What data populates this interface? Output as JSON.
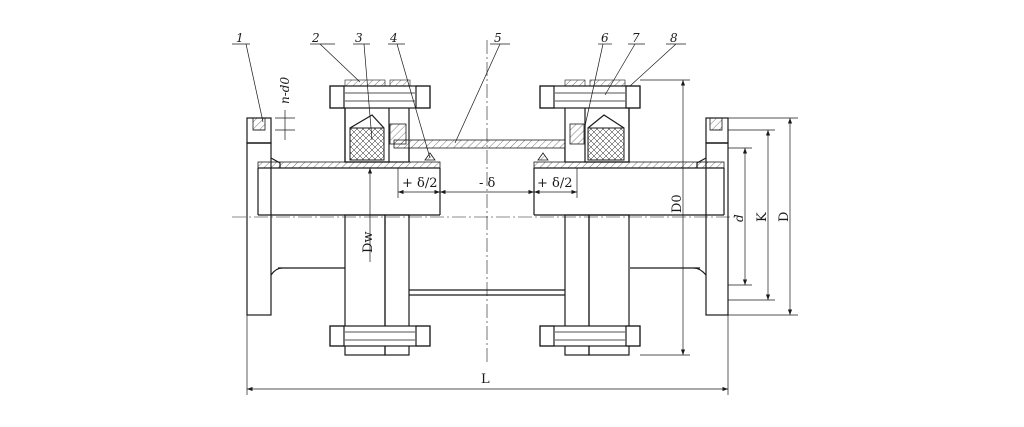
{
  "callouts": [
    "1",
    "2",
    "3",
    "4",
    "5",
    "6",
    "7",
    "8"
  ],
  "dims": {
    "n_d0": "n-d0",
    "half_gap_left": "+ δ/2",
    "gap": "- δ",
    "half_gap_right": "+ δ/2",
    "Dw": "Dw",
    "D0": "D0",
    "d": "d",
    "K": "K",
    "D": "D",
    "L": "L"
  },
  "colors": {
    "line": "#1a1a1a",
    "background": "#ffffff"
  }
}
